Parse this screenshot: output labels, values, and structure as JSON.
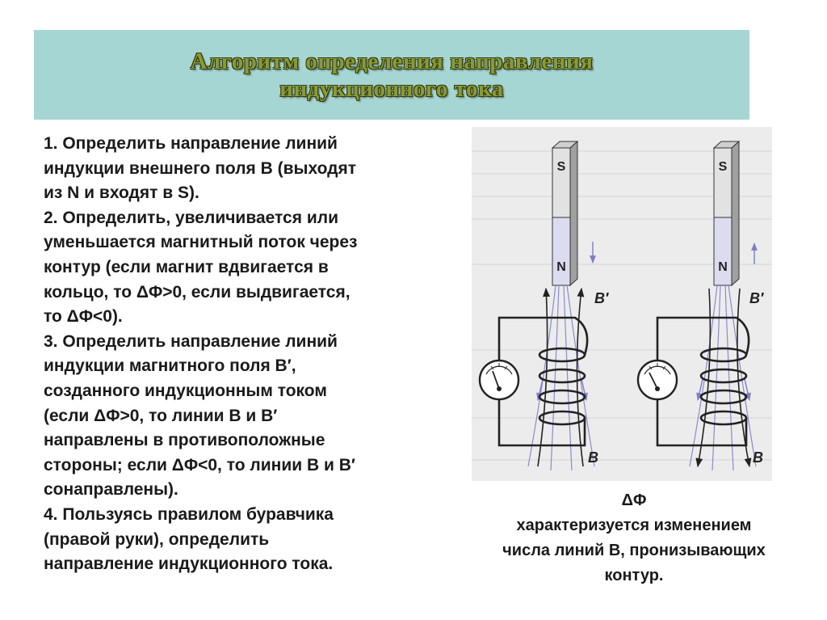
{
  "title": {
    "line1": "Алгоритм определения направления",
    "line2": "индукционного тока"
  },
  "steps": [
    "1. Определить направление линий",
    "индукции внешнего поля B (выходят",
    "из N и входят в S).",
    "2. Определить, увеличивается или",
    "уменьшается магнитный поток через",
    "контур (если магнит вдвигается в",
    "кольцо, то ΔΦ>0, если выдвигается,",
    "то ΔΦ<0).",
    "3. Определить направление линий",
    "индукции магнитного поля B′,",
    "созданного индукционным током",
    "(если ΔΦ>0, то линии B и B′",
    "направлены в противоположные",
    "стороны; если ΔΦ<0, то линии B и B′",
    "сонаправлены).",
    "4. Пользуясь правилом буравчика",
    "(правой руки), определить",
    "направление индукционного тока."
  ],
  "figure": {
    "left": {
      "pole_top": "S",
      "pole_bottom": "N",
      "label_b_prime": "B′",
      "label_b": "B"
    },
    "right": {
      "pole_top": "S",
      "pole_bottom": "N",
      "label_b_prime": "B′",
      "label_b": "B"
    }
  },
  "caption": [
    "ΔΦ",
    "характеризуется изменением",
    "числа линий B, пронизывающих",
    "контур."
  ]
}
